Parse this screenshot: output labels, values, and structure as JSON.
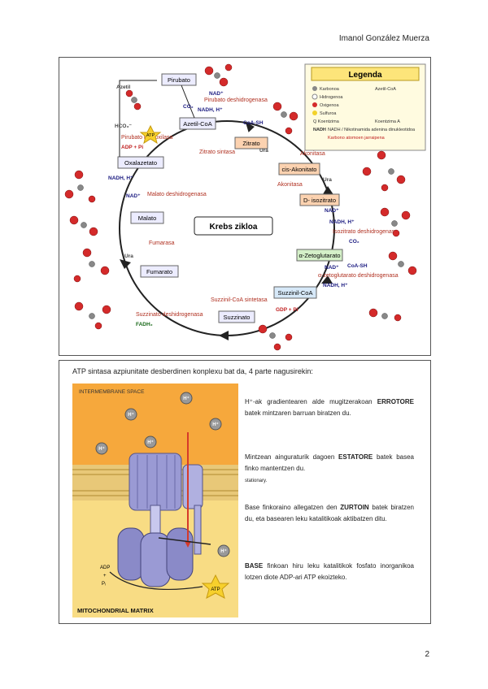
{
  "header": {
    "author": "Imanol González Muerza"
  },
  "page": {
    "number": "2"
  },
  "krebs": {
    "center_label": "Krebs zikloa",
    "legend_title": "Legenda",
    "legend_items": [
      "Karbonoa",
      "Hidrogenoa",
      "Oxigenoa",
      "Sulfuroa",
      "Q Koentzima",
      "NADH",
      "Azetil-CoA",
      "Koentzima A"
    ],
    "legend_note_1": "NADH / Nikotinamida adenina dinukleotidoa",
    "legend_note_2": "Karbono atomoen jarraipena",
    "metabolites": {
      "pyruvate": "Pirubato",
      "acetyl_coa": "Azetil-CoA",
      "citrate": "Zitrato",
      "cis_aconitate": "cis-Akonitato",
      "isocitrate": "D- isozitrato",
      "a_ketoglutarate": "α-Zetoglutarato",
      "succinyl_coa": "Suzzinil-CoA",
      "succinate": "Suzzinato",
      "fumarate": "Fumarato",
      "malate": "Malato",
      "oxaloacetate": "Oxalazetato"
    },
    "enzymes": {
      "pyruvate_dh": "Pirubato deshidrogenasa",
      "pyruvate_carb": "Pirubato karboxilasa",
      "citrate_synth": "Zitrato sintasa",
      "aconitase_1": "Akonitasa",
      "aconitase_2": "Akonitasa",
      "isocitrate_dh": "Isozitrato deshidrogenasa",
      "akg_dh": "α-zetoglutarato deshidrogenasa",
      "succ_coa_synth": "Suzzinil-CoA sintetasa",
      "succ_dh": "Suzzinato deshidrogenasa",
      "fumarase": "Fumarasa",
      "malate_dh": "Malato deshidrogenasa"
    },
    "cofactors": {
      "nad": "NAD⁺",
      "nadh_h": "NADH, H⁺",
      "co2": "CO₂",
      "h2o": "Ura",
      "coa_sh": "CoA-SH",
      "fadh2": "FADH₂",
      "gdp": "GDP + Pi",
      "atp_in": "ATP",
      "adp": "ADP + Pi",
      "hco3": "HCO₃⁻",
      "acetyl": "Azetil"
    }
  },
  "atp": {
    "intro": "ATP sintasa azpiunitate desberdinen konplexu bat da, 4 parte nagusirekin:",
    "intermembrane": "INTERMEMBRANE SPACE",
    "matrix": "MITOCHONDRIAL MATRIX",
    "h_label": "H⁺",
    "adp": "ADP",
    "plus": "+",
    "pi": "Pᵢ",
    "atp": "ATP",
    "d1_pre": "H⁺-ak gradientearen alde mugitzerakoan",
    "d1_strong": "ERROTORE",
    "d1_post": "batek mintzaren barruan biratzen du.",
    "d2_pre": "Mintzean ainguraturik dagoen",
    "d2_strong": "ESTATORE",
    "d2_post": "batek basea finko mantentzen du.",
    "d2_extra": "stationary.",
    "d3_pre": "Base finkoraino allegatzen den",
    "d3_strong": "ZURTOIN",
    "d3_post": "batek biratzen du, eta basearen leku katalitikoak aktibatzen ditu.",
    "d4_strong": "BASE",
    "d4_post": "finkoan hiru leku katalitikok fosfato inorganikoa lotzen diote ADP-ari ATP ekoizteko."
  },
  "colors": {
    "membrane": "#e8b860",
    "ims": "#f6a83c",
    "matrix": "#f8dc84",
    "protein": "#8a8ac8",
    "accent": "#d63a2a"
  }
}
